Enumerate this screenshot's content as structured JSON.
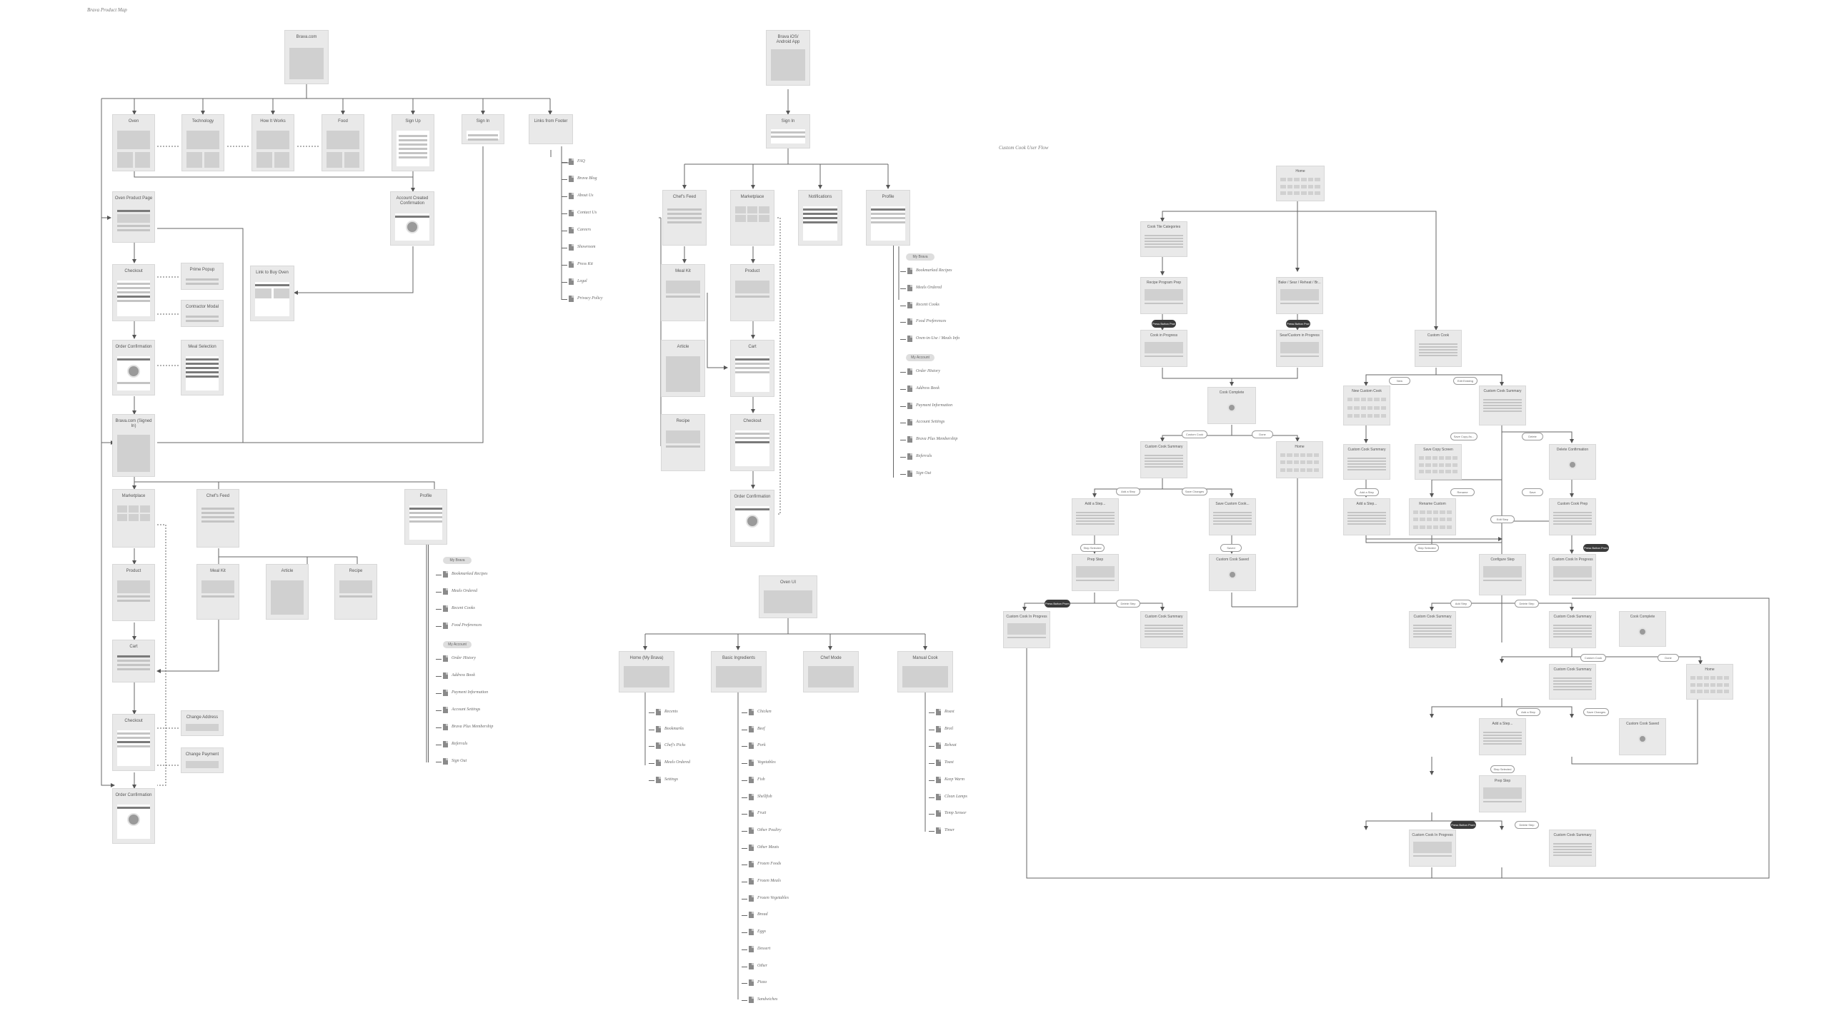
{
  "titles": {
    "product_map": "Brava Product Map",
    "custom_cook": "Custom Cook User Flow"
  },
  "web": {
    "root": "Brava.com",
    "nav": [
      "Oven",
      "Technology",
      "How It Works",
      "Food",
      "Sign Up",
      "Sign In",
      "Links from Footer"
    ],
    "footer_links": [
      "FAQ",
      "Brava Blog",
      "About Us",
      "Contact Us",
      "Careers",
      "Showroom",
      "Press Kit",
      "Legal",
      "Privacy Policy"
    ],
    "flow": [
      "Oven Product Page",
      "Checkout",
      "Order Confirmation",
      "Brava.com (Signed In)"
    ],
    "popups": [
      "Prime Popup",
      "Contractor Modal",
      "Meal Selection"
    ],
    "link_to_buy": "Link to Buy Oven",
    "account_created": "Account Created Confirmation",
    "signed_in": [
      "Marketplace",
      "Chef's Feed",
      "Profile"
    ],
    "market_flow": [
      "Product",
      "Cart",
      "Checkout",
      "Order Confirmation"
    ],
    "feed_items": [
      "Meal Kit",
      "Article",
      "Recipe"
    ],
    "change": [
      "Change Address",
      "Change Payment"
    ],
    "profile_sections": [
      {
        "name": "My Brava",
        "items": [
          "Bookmarked Recipes",
          "Meals Ordered",
          "Recent Cooks",
          "Food Preferences"
        ]
      },
      {
        "name": "My Account",
        "items": [
          "Order History",
          "Address Book",
          "Payment Information",
          "Account Settings",
          "Brava Plus Membership",
          "Referrals",
          "Sign Out"
        ]
      }
    ]
  },
  "app": {
    "root": "Brava iOS/\nAndroid App",
    "sign_in": "Sign In",
    "tabs": [
      "Chef's Feed",
      "Marketplace",
      "Notifications",
      "Profile"
    ],
    "feed_items": [
      "Meal Kit",
      "Article",
      "Recipe"
    ],
    "market_flow": [
      "Product",
      "Cart",
      "Checkout",
      "Order Confirmation"
    ],
    "profile_sections": [
      {
        "name": "My Brava",
        "items": [
          "Bookmarked Recipes",
          "Meals Ordered",
          "Recent Cooks",
          "Food Preferences",
          "Oven-in-Use / Meals Info"
        ]
      },
      {
        "name": "My Account",
        "items": [
          "Order History",
          "Address Book",
          "Payment Information",
          "Account Settings",
          "Brava Plus Membership",
          "Referrals",
          "Sign Out"
        ]
      }
    ]
  },
  "oven": {
    "root": "Oven UI",
    "sections": [
      {
        "name": "Home (My Brava)",
        "items": [
          "Recents",
          "Bookmarks",
          "Chef's Picks",
          "Meals Ordered",
          "Settings"
        ]
      },
      {
        "name": "Basic Ingredients",
        "items": [
          "Chicken",
          "Beef",
          "Pork",
          "Vegetables",
          "Fish",
          "Shellfish",
          "Fruit",
          "Other Poultry",
          "Other Meats",
          "Frozen Foods",
          "Frozen Meals",
          "Frozen Vegetables",
          "Bread",
          "Eggs",
          "Dessert",
          "Other",
          "Pizza",
          "Sandwiches"
        ]
      },
      {
        "name": "Chef Mode",
        "items": []
      },
      {
        "name": "Manual Cook",
        "items": [
          "Roast",
          "Broil",
          "Reheat",
          "Toast",
          "Keep Warm",
          "Clean Lamps",
          "Temp Sensor",
          "Timer"
        ]
      }
    ]
  },
  "cook_flow": {
    "cards": {
      "home": "Home",
      "cat": "Cook Tile Categories",
      "rpp": "Recipe Program Prep",
      "bake": "Bake / Sear / Reheat / Br...",
      "cip1": "Cook in Progress",
      "scip": "Sear/Custom in Progress",
      "cc1": "Cook Complete",
      "ccs1": "Custom Cook Summary",
      "home2": "Home",
      "add1": "Add a Step...",
      "saveccs": "Save Custom Cook...",
      "prep1": "Prep Step",
      "ccsaved1": "Custom Cook Saved",
      "ccip1": "Custom Cook In Progress",
      "ccs2": "Custom Cook Summary",
      "custom": "Custom Cook",
      "newcc": "New Custom Cook",
      "ccsum": "Custom Cook Summary",
      "ccs3": "Custom Cook Summary",
      "savecopy": "Save Copy Screen",
      "delconf": "Delete Confirmation",
      "add2": "Add a Step...",
      "rename": "Rename Custom",
      "ccprep": "Custom Cook Prep",
      "config": "Configure Step",
      "ccip2": "Custom Cook In Progress",
      "ccs4": "Custom Cook Summary",
      "ccs5": "Custom Cook Summary",
      "cc2": "Cook Complete",
      "ccs6": "Custom Cook Summary",
      "home3": "Home",
      "add3": "Add a Step...",
      "ccsaved2": "Custom Cook Saved",
      "prep2": "Prep Step",
      "ccip3": "Custom Cook In Progress",
      "ccs7": "Custom Cook Summary"
    },
    "pills": {
      "p1": "Press Button Prompt",
      "p2": "Press Button Prompt",
      "p3": "Custom Cook",
      "p4": "Done",
      "p5": "Add a Step",
      "p6": "Save Changes",
      "p7": "Step Selected",
      "p8": "Saved",
      "p9": "Press Button Prompt",
      "p10": "Delete Step",
      "p11": "New",
      "p12": "Edit Existing",
      "p13": "Save Copy As...",
      "p14": "Delete",
      "p15": "Add a Step",
      "p16": "Rename",
      "p17": "Save",
      "p18": "Edit Step",
      "p19": "Step Selected",
      "p20": "Press Button Prompt",
      "p21": "Add Step",
      "p22": "Delete Step",
      "p23": "Custom Cook",
      "p24": "Done",
      "p25": "Add a Step",
      "p26": "Save Changes",
      "p27": "Step Selected",
      "p28": "Press Button Prompt",
      "p29": "Delete Step"
    }
  },
  "colors": {
    "card": "#e9e9e9",
    "block": "#d0d0d0",
    "line": "#555555",
    "dark_pill": "#3a3a3a"
  }
}
